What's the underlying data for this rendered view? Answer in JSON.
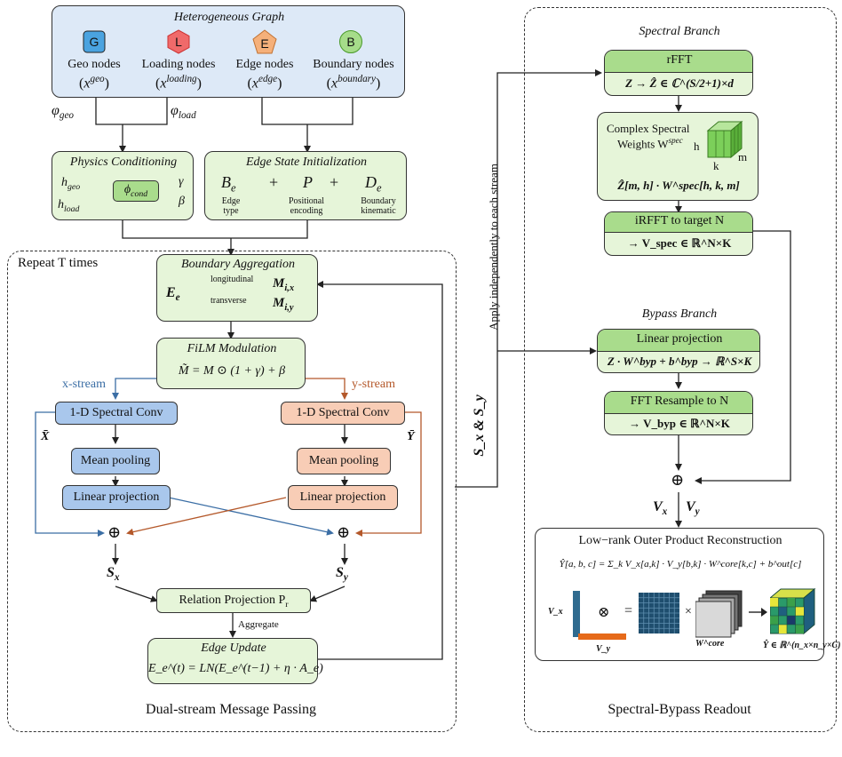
{
  "graph": {
    "title": "Heterogeneous Graph",
    "nodes": [
      {
        "letter": "G",
        "name": "Geo nodes",
        "sym": "x",
        "sup": "geo"
      },
      {
        "letter": "L",
        "name": "Loading nodes",
        "sym": "x",
        "sup": "loading"
      },
      {
        "letter": "E",
        "name": "Edge nodes",
        "sym": "x",
        "sup": "edge"
      },
      {
        "letter": "B",
        "name": "Boundary nodes",
        "sym": "x",
        "sup": "boundary"
      }
    ],
    "phi_geo": "φ",
    "phi_geo_sub": "geo",
    "phi_load": "φ",
    "phi_load_sub": "load"
  },
  "physics": {
    "title": "Physics Conditioning",
    "h_geo": "h",
    "h_geo_sub": "geo",
    "h_load": "h",
    "h_load_sub": "load",
    "phi": "ϕ",
    "phi_sub": "cond",
    "gamma": "γ",
    "beta": "β"
  },
  "edgeinit": {
    "title": "Edge State Initialization",
    "formula": [
      "B",
      "e",
      "+",
      "P",
      "+",
      "D",
      "e"
    ],
    "labels": [
      "Edge\ntype",
      "Positional\nencoding",
      "Boundary\nkinematic"
    ]
  },
  "left_panel": {
    "repeat": "Repeat T times",
    "caption": "Dual-stream Message Passing",
    "boundary_title": "Boundary Aggregation",
    "E": "E",
    "E_sub": "e",
    "longitudinal": "longitudinal",
    "transverse": "transverse",
    "Mix": "M",
    "Mix_sub": "i,x",
    "Miy": "M",
    "Miy_sub": "i,y",
    "film_title": "FiLM Modulation",
    "film_formula": "M̃ = M ⊙ (1 + γ) + β",
    "x_stream": "x-stream",
    "y_stream": "y-stream",
    "spec_conv": "1-D Spectral Conv",
    "mean_pool": "Mean pooling",
    "lin_proj": "Linear projection",
    "X_bar": "X̄",
    "Y_bar": "Ȳ",
    "oplus": "⊕",
    "Sx": "S",
    "Sx_sub": "x",
    "Sy": "S",
    "Sy_sub": "y",
    "relation": "Relation Projection P",
    "relation_sub": "r",
    "aggregate": "Aggregate",
    "edge_update_title": "Edge Update",
    "edge_update_formula": "E_e^(t) = LN(E_e^(t−1) + η · A_e)"
  },
  "middle": {
    "apply": "Apply independently to each stream",
    "sxsy": "S_x & S_y"
  },
  "right_panel": {
    "spectral_branch": "Spectral Branch",
    "rfft": "rFFT",
    "rfft_formula": "Z → Ẑ ∈ ℂ^(S/2+1)×d",
    "weights_title_1": "Complex Spectral",
    "weights_title_2": "Weights W",
    "weights_sup": "spec",
    "cube_h": "h",
    "cube_k": "k",
    "cube_m": "m",
    "weights_formula": "Ẑ[m, h] · W^spec[h, k, m]",
    "irfft": "iRFFT to target N",
    "irfft_formula": "→ V_spec ∈ ℝ^N×K",
    "bypass_branch": "Bypass Branch",
    "linproj": "Linear projection",
    "linproj_formula": "Z · W^byp + b^byp → ℝ^S×K",
    "fft_resample": "FFT Resample to N",
    "fft_formula": "→ V_byp ∈ ℝ^N×K",
    "oplus": "⊕",
    "Vx": "V",
    "Vx_sub": "x",
    "Vy": "V",
    "Vy_sub": "y",
    "lowrank_title": "Low−rank Outer Product Reconstruction",
    "lowrank_formula": "Ŷ[a, b, c] = Σ_k V_x[a,k] · V_y[b,k] · W^core[k,c] + b^out[c]",
    "otimes": "⊗",
    "equals": "=",
    "times": "×",
    "Vx_lbl": "V_x",
    "Vy_lbl": "V_y",
    "Wcore_lbl": "W^core",
    "Yhat_lbl": "Ŷ ∈ ℝ^(n_x×n_y×C)",
    "caption": "Spectral-Bypass Readout"
  },
  "colors": {
    "green_fill": "#e6f5d9",
    "green_header": "#a9dc8c",
    "blue_fill": "#a9c7ec",
    "orange_fill": "#f8cdb6",
    "x_line": "#3b6ea5",
    "y_line": "#b4582a",
    "hex_red": "#f06a6a",
    "pent_orange": "#f5b07a",
    "circle_green": "#a6dc8a",
    "square_blue": "#4aa3e0"
  }
}
